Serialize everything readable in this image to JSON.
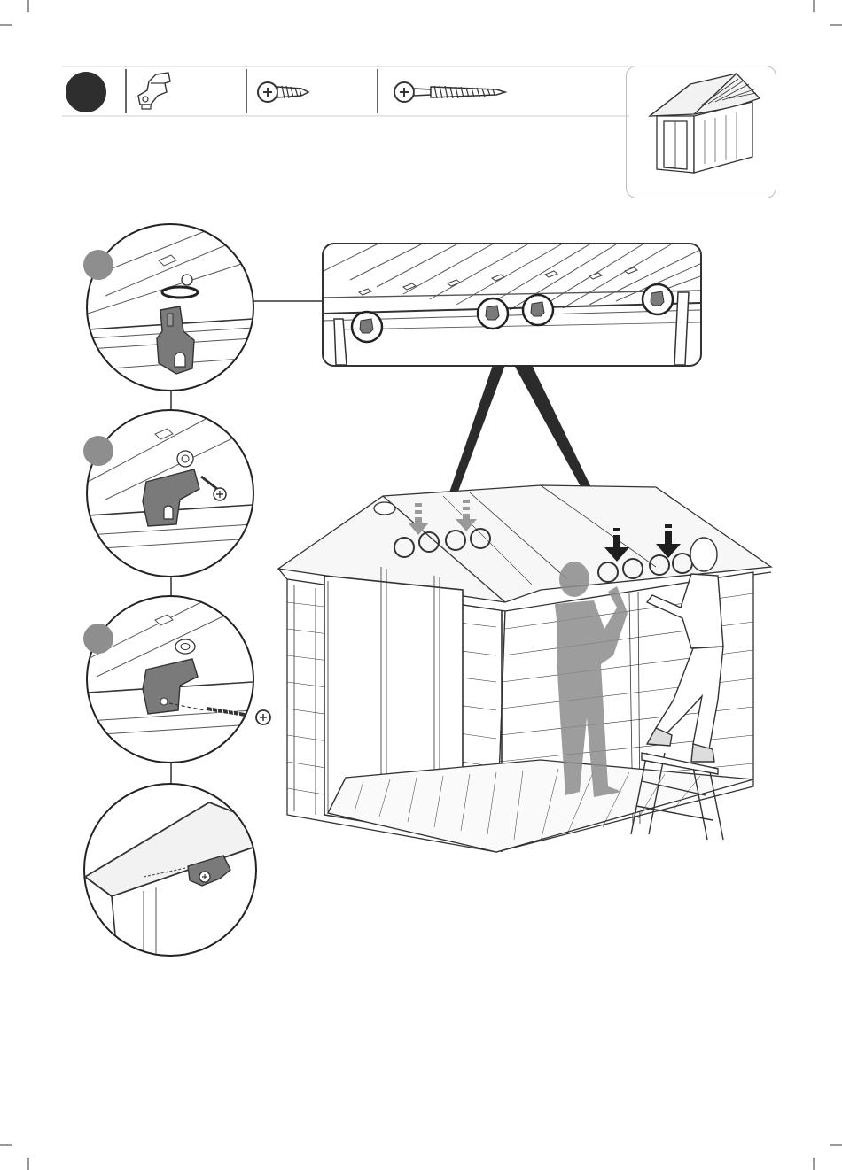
{
  "page": {
    "title": "",
    "step_number": "",
    "sub_step_numbers": [
      "",
      "",
      ""
    ]
  },
  "parts_bar": {
    "parts": [
      {
        "icon": "roof-clip-bracket-icon",
        "quantity": ""
      },
      {
        "icon": "short-screw-icon",
        "quantity": ""
      },
      {
        "icon": "long-screw-icon",
        "quantity": ""
      }
    ]
  },
  "colors": {
    "line": "#2b2b2b",
    "step_badge": "#2e2e2e",
    "sub_step_badge": "#8e8e8e",
    "figure_fill": "#8c8c8c",
    "part_fill": "#7a7a7a"
  },
  "illustrations": [
    "shed-overview-thumbnail",
    "roof-clips-magnified-callout",
    "detail-clip-placement",
    "detail-short-screw",
    "detail-long-screw",
    "detail-installed-clip",
    "shed-assembly-scene"
  ]
}
